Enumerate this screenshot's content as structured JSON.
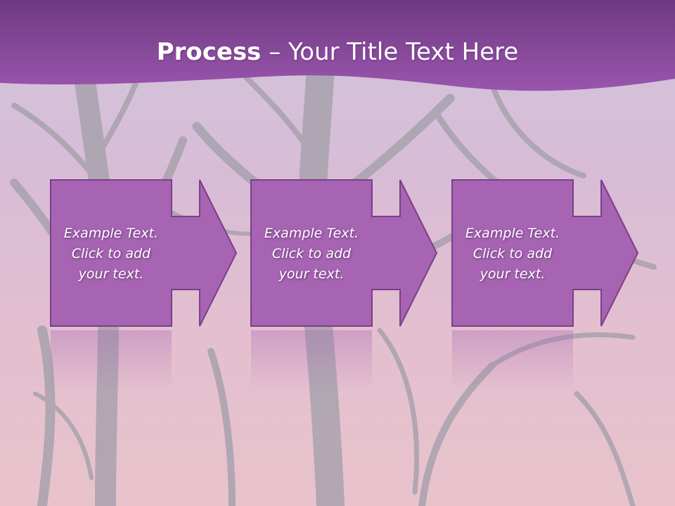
{
  "slide": {
    "title_bold": "Process",
    "title_rest": " – Your Title Text Here"
  },
  "steps": [
    {
      "text": "Example Text.\nClick  to add\nyour text."
    },
    {
      "text": "Example Text.\nClick  to add\nyour text."
    },
    {
      "text": "Example Text.\nClick  to add\nyour text."
    }
  ],
  "colors": {
    "header": "#8a4a9e",
    "box_fill": "#a764b3",
    "box_border": "#7a3f88",
    "tree": "#a9a1ad"
  }
}
